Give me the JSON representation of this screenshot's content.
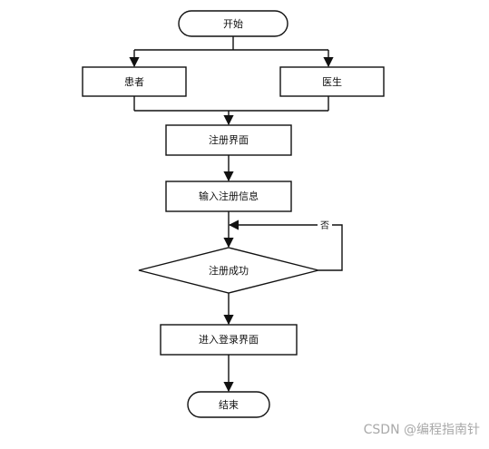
{
  "flowchart": {
    "nodes": {
      "start": "开始",
      "patient": "患者",
      "doctor": "医生",
      "register_page": "注册界面",
      "enter_info": "输入注册信息",
      "decision": "注册成功",
      "login_page": "进入登录界面",
      "end": "结束"
    },
    "edges": {
      "no_label": "否"
    }
  },
  "watermark": {
    "text": "CSDN @编程指南针"
  }
}
